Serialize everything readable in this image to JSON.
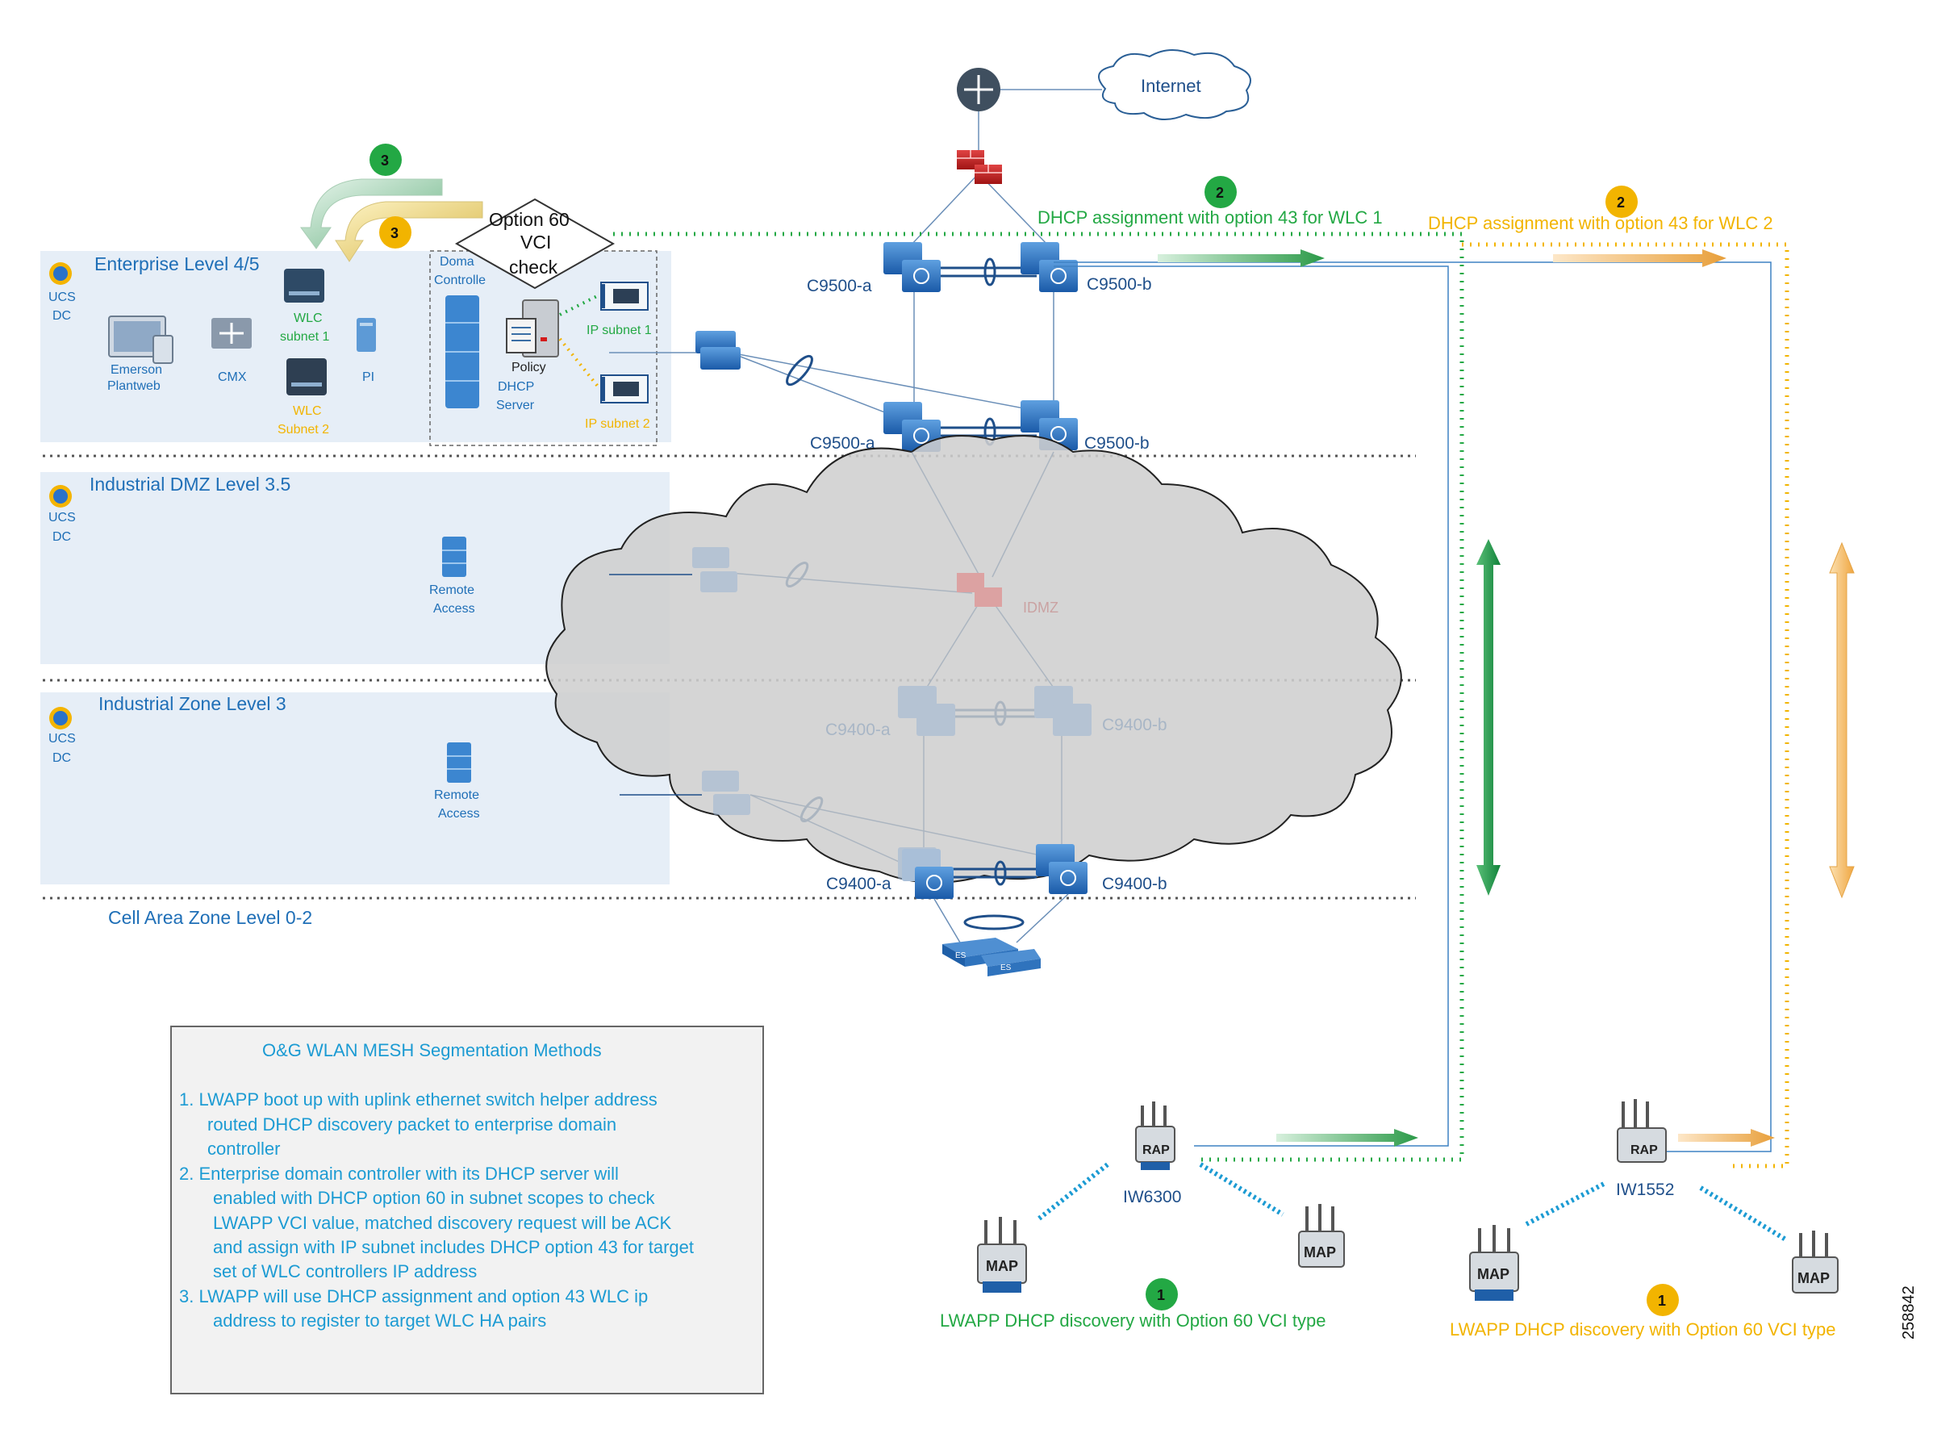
{
  "zones": {
    "enterprise": "Enterprise Level 4/5",
    "idmz": "Industrial DMZ Level 3.5",
    "industrial": "Industrial Zone Level 3",
    "cell": "Cell Area Zone Level 0-2"
  },
  "ucs": {
    "line1": "UCS",
    "line2": "DC"
  },
  "enterprise_items": {
    "emerson_1": "Emerson",
    "emerson_2": "Plantweb",
    "cmx": "CMX",
    "wlc1_1": "WLC",
    "wlc1_2": "subnet 1",
    "wlc2_1": "WLC",
    "wlc2_2": "Subnet 2",
    "pi": "PI",
    "domain_1": "Doma",
    "domain_2": "Controlle",
    "policy": "Policy",
    "dhcp_1": "DHCP",
    "dhcp_2": "Server",
    "ip_subnet_1": "IP subnet 1",
    "ip_subnet_2": "IP subnet 2",
    "option60_1": "Option 60",
    "option60_2": "VCI",
    "option60_3": "check"
  },
  "remote_access": {
    "line1": "Remote",
    "line2": "Access"
  },
  "network": {
    "internet": "Internet",
    "c9500a": "C9500-a",
    "c9500b": "C9500-b",
    "c9400a": "C9400-a",
    "c9400b": "C9400-b",
    "idmz": "IDMZ",
    "es": "ES"
  },
  "dhcp": {
    "wlc1": "DHCP assignment with option 43 for WLC 1",
    "wlc2": "DHCP assignment with option 43 for WLC 2",
    "discovery": "LWAPP DHCP discovery with Option 60 VCI type"
  },
  "badges": {
    "one": "1",
    "two": "2",
    "three": "3"
  },
  "aps": {
    "rap": "RAP",
    "map": "MAP",
    "iw6300": "IW6300",
    "iw1552": "IW1552"
  },
  "notes": {
    "title": "O&G WLAN MESH Segmentation Methods",
    "lines": [
      "1.   LWAPP boot up with uplink ethernet switch helper address",
      "routed DHCP discovery packet to enterprise domain",
      "controller",
      "2.   Enterprise domain controller with its DHCP server will",
      "enabled with DHCP option 60 in subnet scopes to check",
      "LWAPP VCI value, matched discovery request will be ACK",
      "and assign with IP subnet includes DHCP option 43 for target",
      "set of WLC controllers IP address",
      "3.    LWAPP will use DHCP assignment and option 43 WLC ip",
      "address to register to target WLC HA pairs"
    ]
  },
  "figure_id": "258842",
  "colors": {
    "zone_fill": "#e6eef7",
    "blue": "#1f6fb7",
    "green": "#23a844",
    "amber": "#f2b400",
    "teal": "#1c9bd3",
    "cloud": "#d3d3d3"
  }
}
